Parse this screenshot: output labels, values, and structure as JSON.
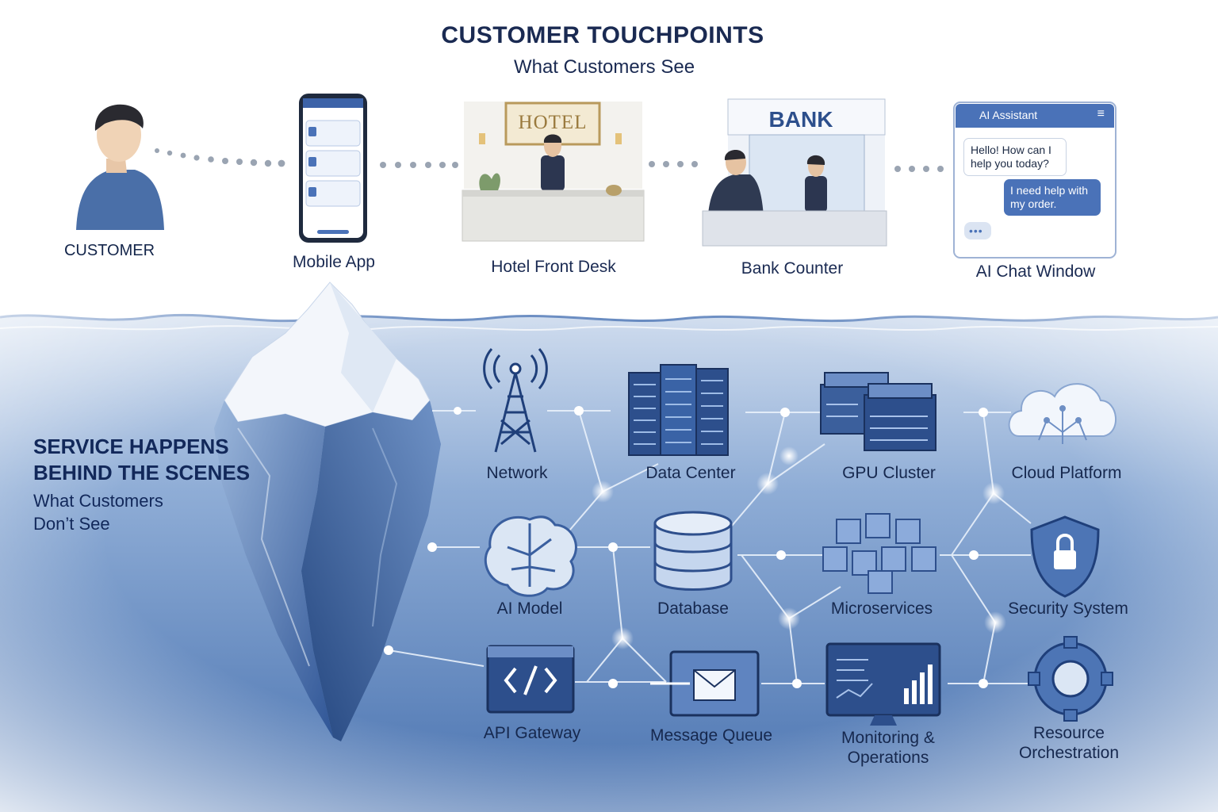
{
  "header": {
    "title": "CUSTOMER TOUCHPOINTS",
    "subtitle": "What Customers See"
  },
  "touchpoints": [
    {
      "label": "CUSTOMER"
    },
    {
      "label": "Mobile App"
    },
    {
      "label": "Hotel Front Desk",
      "sign": "HOTEL"
    },
    {
      "label": "Bank Counter",
      "sign": "BANK"
    },
    {
      "label": "AI Chat Window"
    }
  ],
  "chat": {
    "header": "AI Assistant",
    "bot_message": "Hello! How can I help you today?",
    "user_message": "I need help with my order.",
    "typing": "•••"
  },
  "hidden": {
    "title_line1": "SERVICE HAPPENS",
    "title_line2": "BEHIND THE SCENES",
    "subtitle_line1": "What Customers",
    "subtitle_line2": "Don’t See"
  },
  "components": [
    {
      "label": "Network",
      "icon": "tower-icon"
    },
    {
      "label": "Data Center",
      "icon": "server-rack-icon"
    },
    {
      "label": "GPU Cluster",
      "icon": "gpu-icon"
    },
    {
      "label": "Cloud Platform",
      "icon": "cloud-icon"
    },
    {
      "label": "AI Model",
      "icon": "brain-icon"
    },
    {
      "label": "Database",
      "icon": "database-icon"
    },
    {
      "label": "Microservices",
      "icon": "cubes-icon"
    },
    {
      "label": "Security System",
      "icon": "shield-lock-icon"
    },
    {
      "label": "API Gateway",
      "icon": "code-window-icon"
    },
    {
      "label": "Message Queue",
      "icon": "envelope-icon"
    },
    {
      "label": "Monitoring &",
      "label2": "Operations",
      "icon": "monitor-chart-icon"
    },
    {
      "label": "Resource",
      "label2": "Orchestration",
      "icon": "gear-icon"
    }
  ],
  "colors": {
    "navy": "#1a2a52",
    "ocean_top": "#dfe9f5",
    "ocean_deep": "#3f6aa8",
    "accent_blue": "#4a72b8"
  }
}
